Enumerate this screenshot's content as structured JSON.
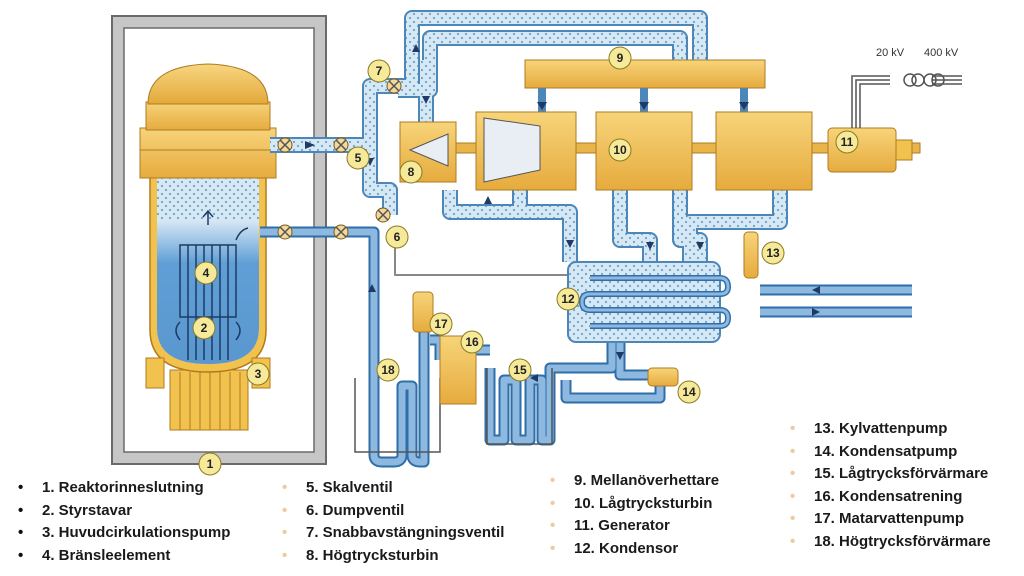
{
  "voltage": {
    "low": "20 kV",
    "high": "400 kV"
  },
  "callouts": [
    "1",
    "2",
    "3",
    "4",
    "5",
    "6",
    "7",
    "8",
    "9",
    "10",
    "11",
    "12",
    "13",
    "14",
    "15",
    "16",
    "17",
    "18"
  ],
  "legend": {
    "col1": [
      "1. Reaktorinneslutning",
      "2. Styrstavar",
      "3. Huvudcirkulationspump",
      "4. Bränsleelement"
    ],
    "col2": [
      "5. Skalventil",
      "6. Dumpventil",
      "7. Snabbavstängningsventil",
      "8. Högtrycksturbin"
    ],
    "col3": [
      "9. Mellanöverhettare",
      "10. Lågtrycksturbin",
      "11. Generator",
      "12. Kondensor"
    ],
    "col4": [
      "13. Kylvattenpump",
      "14. Kondensatpump",
      "15. Lågtrycksförvärmare",
      "16. Kondensatrening",
      "17. Matarvattenpump",
      "18. Högtrycksförvärmare"
    ]
  },
  "colors": {
    "steam": "#cfe4f2",
    "water": "#8db8df",
    "component": "#f2c24e",
    "containment": "#c8c8c8"
  }
}
